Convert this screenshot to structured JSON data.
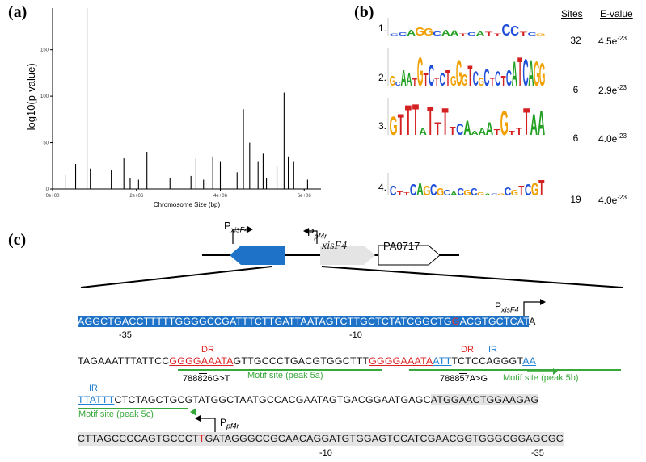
{
  "panels": {
    "a": "(a)",
    "b": "(b)",
    "c": "(c)"
  },
  "chart_data": {
    "type": "bar",
    "title": "",
    "xlabel": "Chromosome Size (bp)",
    "ylabel": "-log10(p-value)",
    "xlim": [
      0,
      6400000
    ],
    "ylim": [
      0,
      195
    ],
    "xticks": [
      "0e+00",
      "2e+06",
      "4e+06",
      "6e+06"
    ],
    "yticks": [
      "0",
      "50",
      "100",
      "150"
    ],
    "x": [
      300000,
      550000,
      820000,
      900000,
      1400000,
      1700000,
      1850000,
      2050000,
      2250000,
      2800000,
      3300000,
      3420000,
      3600000,
      3820000,
      4000000,
      4400000,
      4550000,
      4700000,
      4900000,
      5020000,
      5100000,
      5350000,
      5520000,
      5620000,
      5750000,
      6080000
    ],
    "values": [
      15,
      27,
      195,
      22,
      20,
      33,
      12,
      10,
      40,
      12,
      14,
      33,
      10,
      35,
      30,
      18,
      86,
      50,
      30,
      38,
      12,
      25,
      104,
      35,
      30,
      10
    ]
  },
  "motifs": {
    "headers": {
      "sites": "Sites",
      "evalue": "E-value"
    },
    "rows": [
      {
        "num": "1.",
        "sites": "32",
        "evalue_base": "4.5e",
        "evalue_exp": "-23"
      },
      {
        "num": "2.",
        "sites": "6",
        "evalue_base": "2.9e",
        "evalue_exp": "-23"
      },
      {
        "num": "3.",
        "sites": "6",
        "evalue_base": "4.0e",
        "evalue_exp": "-23"
      },
      {
        "num": "4.",
        "sites": "19",
        "evalue_base": "4.0e",
        "evalue_exp": "-23"
      }
    ]
  },
  "gene_map": {
    "promoter1": "P",
    "promoter1_sub": "xisF4",
    "promoter2": "P",
    "promoter2_sub": "pf4r",
    "gene1": "pf4r",
    "gene2": "xisF4",
    "gene3": "PA0717",
    "gene1_color": "#1e73c9",
    "gene2_color": "#e4e4e4"
  },
  "sequence": {
    "line1_highlight_a": "AGGCTGACCTTTTTGGGGCCGATTTCTTGATTAATAGTCTTGCTCTATCGGCTG",
    "line1_highlight_b": "G",
    "line1_highlight_c": "ACGTGCTCAT",
    "line1_tail": "A",
    "label_minus35_a": "-35",
    "label_minus10_a": "-10",
    "line1_promoter": "P",
    "line1_promoter_sub": "xisF4",
    "line2_a": "TAGAAATTTATTCC",
    "line2_dr1": "GGGGAAATA",
    "line2_b": "GTTGCCCTGACGTGGCTTT",
    "line2_dr2": "GGGGAAATA",
    "line2_ir1": "ATT",
    "line2_c": "TCTCCAGGGT",
    "line2_ir2": "AA",
    "dr_label": "DR",
    "ir_label": "IR",
    "mutation1": "788826G>T",
    "mutation2": "788857A>G",
    "motif_5a": "Motif site (peak 5a)",
    "motif_5b": "Motif site (peak 5b)",
    "line3_ir": "TTATTT",
    "line3_a": "CTCTAGCTGCGTATGGCTAATGCCACGAATAGTGACGGAATGAGC",
    "line3_hl": "ATGGAACTGGAAGAG",
    "motif_5c": "Motif site (peak 5c)",
    "line4_a": "CTTAGCCCCAGTGCCCT",
    "line4_red": "T",
    "line4_b": "GATAGGGCCGCAACAGGATGTGGAGTCCATCGAACGGTGGGCGGAGCGC",
    "label_minus10_b": "-10",
    "label_minus35_b": "-35",
    "line4_promoter": "P",
    "line4_promoter_sub": "pf4r"
  }
}
